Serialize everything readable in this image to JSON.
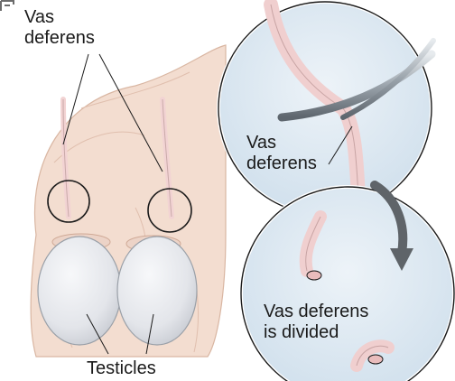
{
  "labels": {
    "vas_deferens_left": {
      "line1": "Vas",
      "line2": "deferens"
    },
    "vas_deferens_inset": {
      "line1": "Vas",
      "line2": "deferens"
    },
    "vas_deferens_divided": {
      "line1": "Vas deferens",
      "line2": "is divided"
    },
    "testicles": "Testicles"
  },
  "colors": {
    "skin": "#f3ddd0",
    "skin_shadow": "#e2c2b0",
    "testicle": "#e6e8ec",
    "vessel": "#f2d3d3",
    "inset_fill": "#dde9f3",
    "instrument": "#8c96a0",
    "arrow": "#5f6469"
  }
}
